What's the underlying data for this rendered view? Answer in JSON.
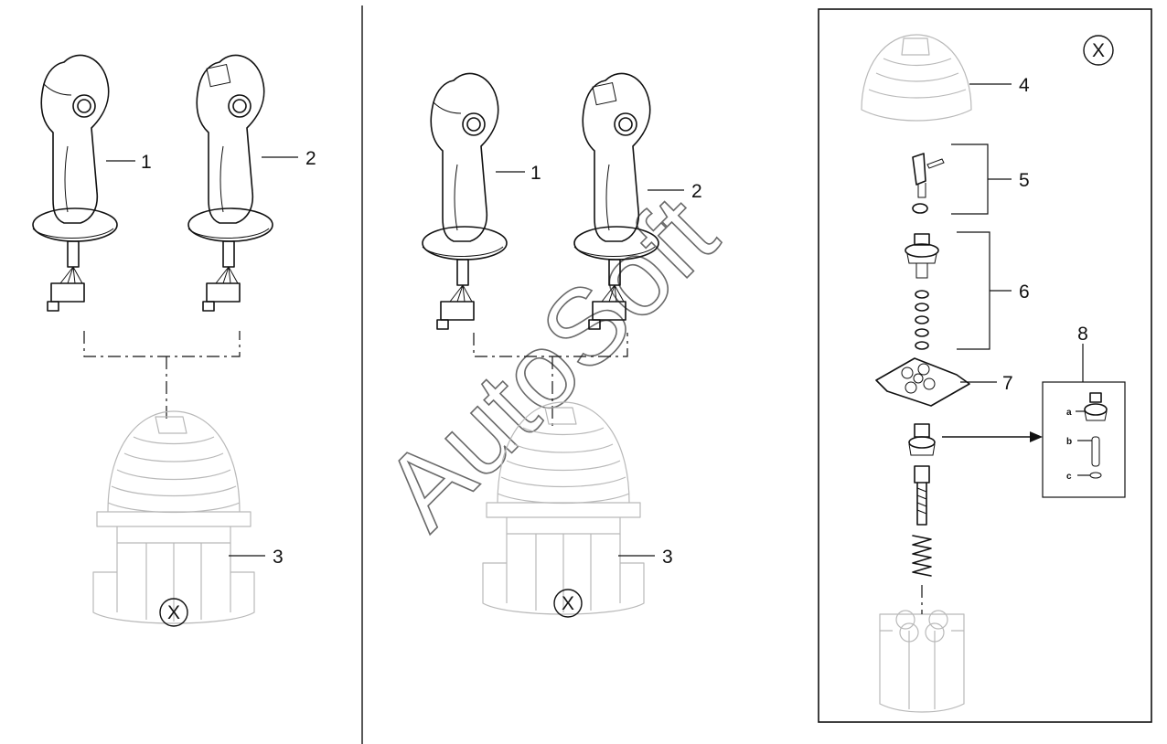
{
  "callouts": {
    "n1": "1",
    "n2": "2",
    "n3": "3",
    "n4": "4",
    "n5": "5",
    "n6": "6",
    "n7": "7",
    "n8": "8",
    "sub_a": "a",
    "sub_b": "b",
    "sub_c": "c",
    "view_marker": "X"
  },
  "watermark": "AutoSoft",
  "colors": {
    "line": "#111111",
    "shade": "#b9b9b9",
    "watermark": "#6a6a6a"
  }
}
